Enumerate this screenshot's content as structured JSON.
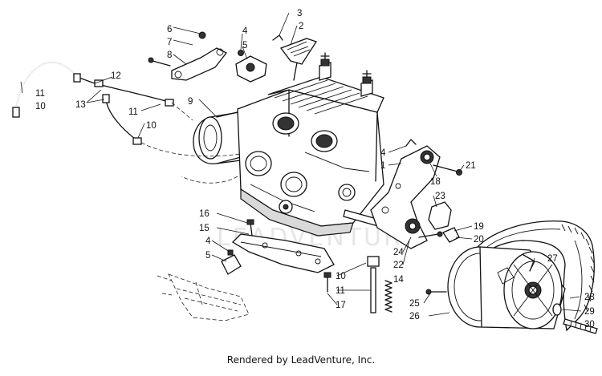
{
  "diagram": {
    "watermark": "LEADVENTURE",
    "footer": "Rendered by LeadVenture, Inc.",
    "callouts": [
      {
        "id": "c1",
        "text": "1"
      },
      {
        "id": "c2",
        "text": "2"
      },
      {
        "id": "c3",
        "text": "3"
      },
      {
        "id": "c4a",
        "text": "4"
      },
      {
        "id": "c4b",
        "text": "4"
      },
      {
        "id": "c4c",
        "text": "4"
      },
      {
        "id": "c5a",
        "text": "5"
      },
      {
        "id": "c5b",
        "text": "5"
      },
      {
        "id": "c6",
        "text": "6"
      },
      {
        "id": "c7",
        "text": "7"
      },
      {
        "id": "c8",
        "text": "8"
      },
      {
        "id": "c9",
        "text": "9"
      },
      {
        "id": "c10a",
        "text": "10"
      },
      {
        "id": "c10b",
        "text": "10"
      },
      {
        "id": "c10c",
        "text": "10"
      },
      {
        "id": "c11a",
        "text": "11"
      },
      {
        "id": "c11b",
        "text": "11"
      },
      {
        "id": "c11c",
        "text": "11"
      },
      {
        "id": "c12",
        "text": "12"
      },
      {
        "id": "c13",
        "text": "13"
      },
      {
        "id": "c14",
        "text": "14"
      },
      {
        "id": "c15",
        "text": "15"
      },
      {
        "id": "c16",
        "text": "16"
      },
      {
        "id": "c17",
        "text": "17"
      },
      {
        "id": "c18",
        "text": "18"
      },
      {
        "id": "c19",
        "text": "19"
      },
      {
        "id": "c20",
        "text": "20"
      },
      {
        "id": "c21",
        "text": "21"
      },
      {
        "id": "c22",
        "text": "22"
      },
      {
        "id": "c23",
        "text": "23"
      },
      {
        "id": "c24",
        "text": "24"
      },
      {
        "id": "c25",
        "text": "25"
      },
      {
        "id": "c26",
        "text": "26"
      },
      {
        "id": "c27",
        "text": "27"
      },
      {
        "id": "c28",
        "text": "28"
      },
      {
        "id": "c29",
        "text": "29"
      },
      {
        "id": "c30",
        "text": "30"
      }
    ]
  }
}
